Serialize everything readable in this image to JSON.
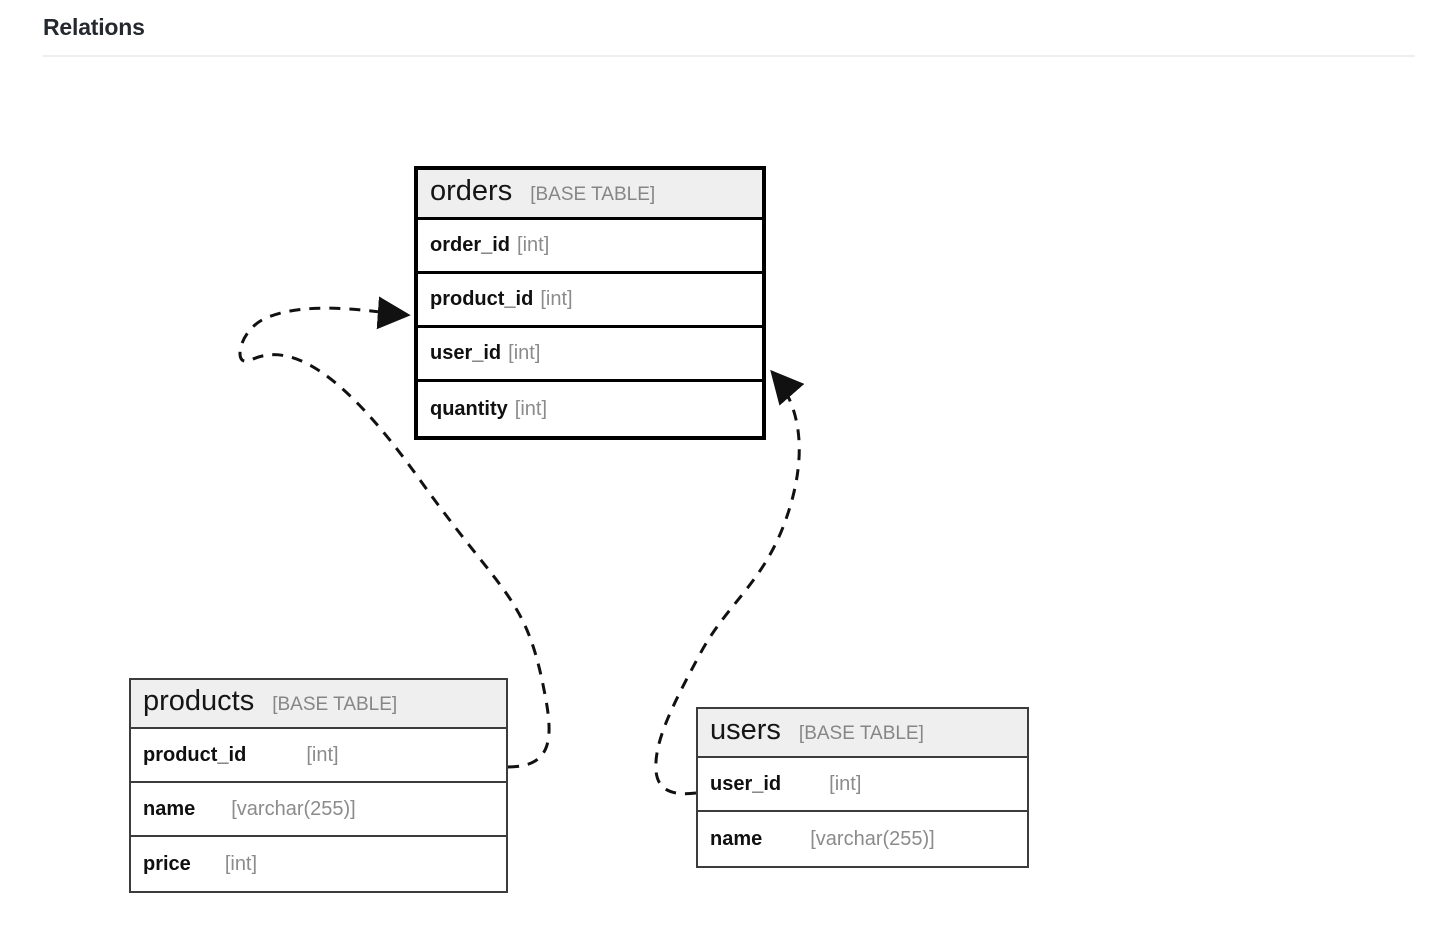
{
  "page": {
    "title": "Relations"
  },
  "diagram": {
    "type": "entity-relationship-diagram",
    "kind_label": "[BASE TABLE]",
    "tables": [
      {
        "id": "orders",
        "name": "orders",
        "kind": "[BASE TABLE]",
        "emphasized": true,
        "columns": [
          {
            "name": "order_id",
            "type": "[int]",
            "gap": "single"
          },
          {
            "name": "product_id",
            "type": "[int]",
            "gap": "single"
          },
          {
            "name": "user_id",
            "type": "[int]",
            "gap": "single"
          },
          {
            "name": "quantity",
            "type": "[int]",
            "gap": "single"
          }
        ]
      },
      {
        "id": "products",
        "name": "products",
        "kind": "[BASE TABLE]",
        "emphasized": false,
        "columns": [
          {
            "name": "product_id",
            "type": "[int]",
            "gap": "tab"
          },
          {
            "name": "name",
            "type": "[varchar(255)]",
            "gap": "tab"
          },
          {
            "name": "price",
            "type": "[int]",
            "gap": "tab"
          }
        ]
      },
      {
        "id": "users",
        "name": "users",
        "kind": "[BASE TABLE]",
        "emphasized": false,
        "columns": [
          {
            "name": "user_id",
            "type": "[int]",
            "gap": "tab"
          },
          {
            "name": "name",
            "type": "[varchar(255)]",
            "gap": "tab"
          }
        ]
      }
    ],
    "relations": [
      {
        "id": "products-to-orders",
        "from_table": "products",
        "from_column": "product_id",
        "to_table": "orders",
        "to_column": "product_id",
        "style": "dashed",
        "arrow": "triangle-at-target"
      },
      {
        "id": "users-to-orders",
        "from_table": "users",
        "from_column": "user_id",
        "to_table": "orders",
        "to_column": "user_id",
        "style": "dashed",
        "arrow": "triangle-at-target"
      }
    ]
  },
  "colors": {
    "background": "#ffffff",
    "title": "#24292f",
    "divider": "#eceef1",
    "table_border": "#3c3c3c",
    "table_border_emphasis": "#000000",
    "header_fill": "#efefef",
    "column_name": "#101010",
    "column_type": "#8b8b8b",
    "kind_label": "#868686",
    "edge": "#111111"
  }
}
